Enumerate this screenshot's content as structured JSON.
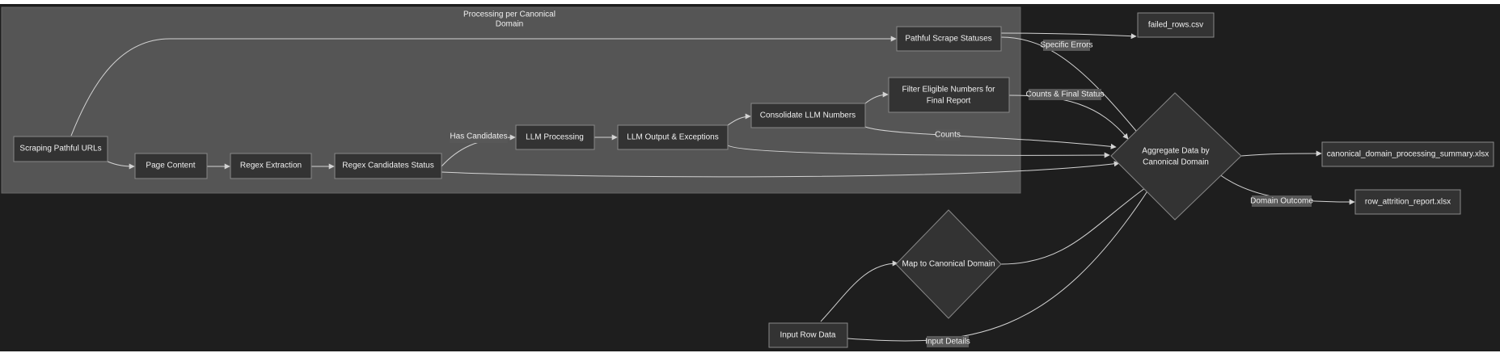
{
  "cluster": {
    "title_line1": "Processing per Canonical",
    "title_line2": "Domain"
  },
  "nodes": {
    "scraping_pathful_urls": "Scraping Pathful URLs",
    "page_content": "Page Content",
    "regex_extraction": "Regex Extraction",
    "regex_candidates_status": "Regex Candidates Status",
    "llm_processing": "LLM Processing",
    "llm_output_exceptions": "LLM Output & Exceptions",
    "consolidate_llm_numbers": "Consolidate LLM Numbers",
    "filter_eligible_line1": "Filter Eligible Numbers for",
    "filter_eligible_line2": "Final Report",
    "pathful_scrape_statuses": "Pathful Scrape Statuses",
    "failed_rows_csv": "failed_rows.csv",
    "aggregate_line1": "Aggregate Data by",
    "aggregate_line2": "Canonical Domain",
    "canonical_summary_xlsx": "canonical_domain_processing_summary.xlsx",
    "row_attrition_xlsx": "row_attrition_report.xlsx",
    "map_to_canonical_domain": "Map to Canonical Domain",
    "input_row_data": "Input Row Data"
  },
  "edge_labels": {
    "has_candidates": "Has Candidates",
    "specific_errors": "Specific Errors",
    "counts_final_status": "Counts & Final Status",
    "counts": "Counts",
    "domain_outcome": "Domain Outcome",
    "input_details": "Input Details"
  },
  "colors": {
    "page_background": "#ffffff",
    "frame_background": "#1e1e1e",
    "cluster_fill": "#555555",
    "node_fill": "#333333",
    "node_stroke": "#888888",
    "edge_stroke": "#d3d3d3",
    "text": "#f0f0f0"
  }
}
